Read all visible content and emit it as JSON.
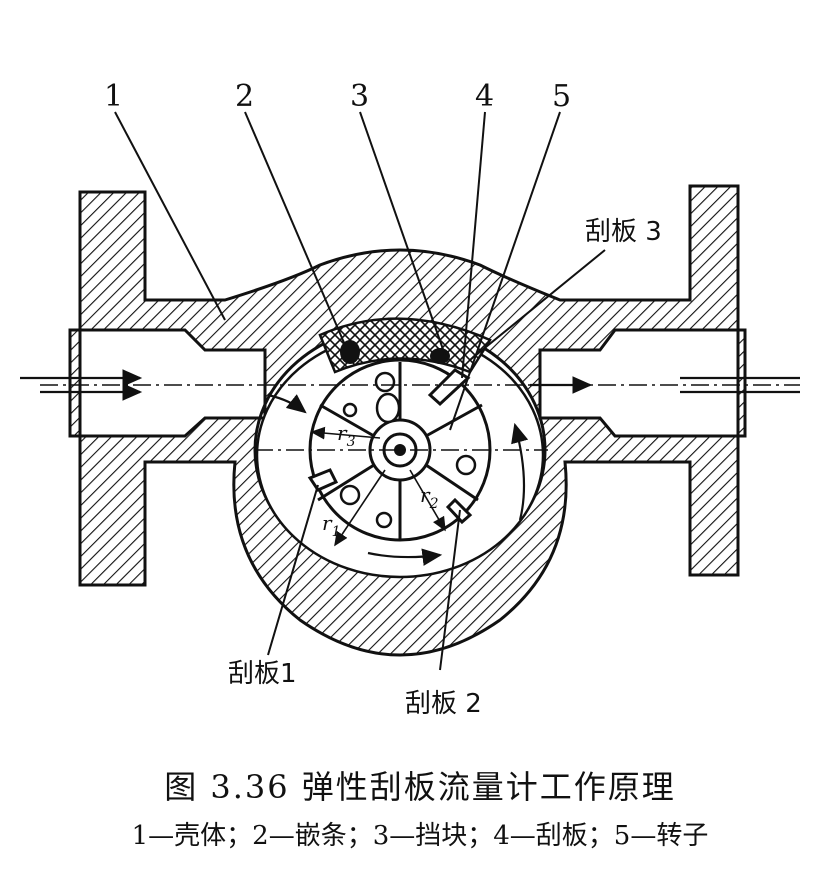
{
  "labels": {
    "part1": "1",
    "part2": "2",
    "part3": "3",
    "part4": "4",
    "part5": "5",
    "scraper1": "刮板1",
    "scraper2": "刮板 2",
    "scraper3": "刮板 3",
    "r1": "r",
    "r1_sub": "1",
    "r2": "r",
    "r2_sub": "2",
    "r3": "r",
    "r3_sub": "3"
  },
  "caption": {
    "title": "图 3.36   弹性刮板流量计工作原理",
    "legend": "1—壳体；2—嵌条；3—挡块；4—刮板；5—转子"
  }
}
